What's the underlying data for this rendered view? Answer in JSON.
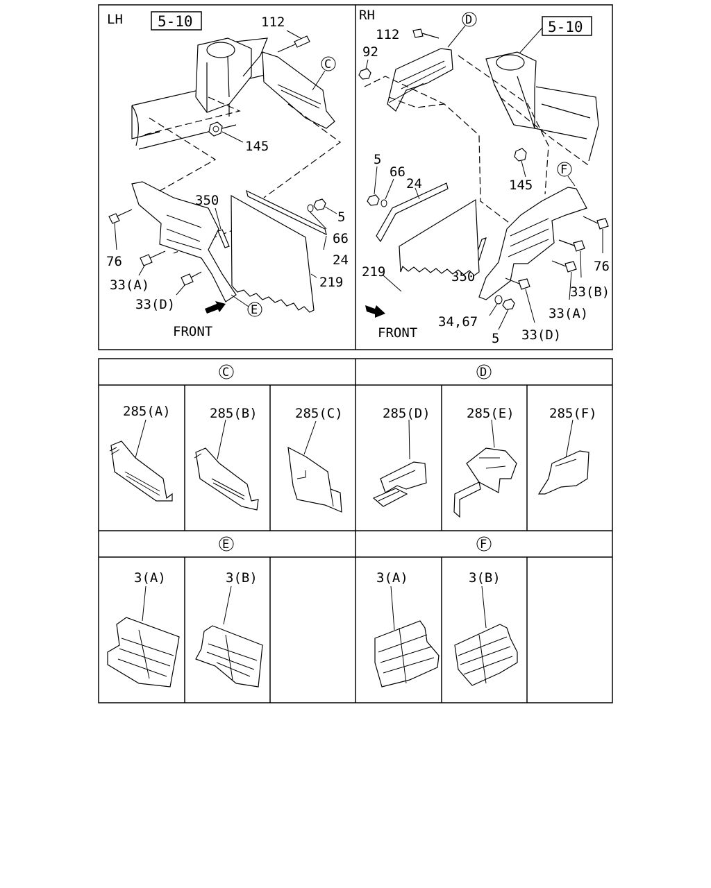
{
  "lh": {
    "side": "LH",
    "ref": "5-10",
    "callouts": {
      "c112": "112",
      "c145": "145",
      "c350": "350",
      "c5": "5",
      "c66": "66",
      "c76": "76",
      "c24": "24",
      "c33a": "33(A)",
      "c219": "219",
      "c33d": "33(D)",
      "circleC": "C",
      "circleE": "E"
    },
    "front": "FRONT"
  },
  "rh": {
    "side": "RH",
    "ref": "5-10",
    "callouts": {
      "c112": "112",
      "c92": "92",
      "c145": "145",
      "c5a": "5",
      "c66": "66",
      "c24": "24",
      "c219": "219",
      "c350": "350",
      "c76": "76",
      "c33b": "33(B)",
      "c33a": "33(A)",
      "c3467": "34,67",
      "c5b": "5",
      "c33d": "33(D)",
      "circleD": "D",
      "circleF": "F"
    },
    "front": "FRONT"
  },
  "detail_c": {
    "header": "C",
    "parts": [
      "285(A)",
      "285(B)",
      "285(C)"
    ]
  },
  "detail_d": {
    "header": "D",
    "parts": [
      "285(D)",
      "285(E)",
      "285(F)"
    ]
  },
  "detail_e": {
    "header": "E",
    "parts": [
      "3(A)",
      "3(B)"
    ]
  },
  "detail_f": {
    "header": "F",
    "parts": [
      "3(A)",
      "3(B)"
    ]
  }
}
